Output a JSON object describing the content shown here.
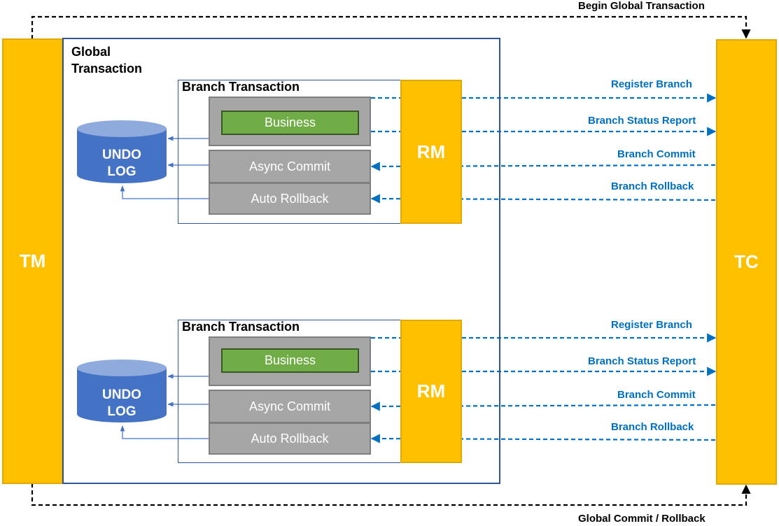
{
  "tm": {
    "label": "TM"
  },
  "tc": {
    "label": "TC"
  },
  "global_transaction": {
    "label_line1": "Global",
    "label_line2": "Transaction"
  },
  "top_label": "Begin Global Transaction",
  "bottom_label": "Global Commit / Rollback",
  "branches": [
    {
      "title": "Branch Transaction",
      "rm": "RM",
      "business": "Business",
      "async_commit": "Async Commit",
      "auto_rollback": "Auto Rollback",
      "undo_log_line1": "UNDO",
      "undo_log_line2": "LOG",
      "messages": [
        "Register Branch",
        "Branch Status Report",
        "Branch Commit",
        "Branch Rollback"
      ]
    },
    {
      "title": "Branch Transaction",
      "rm": "RM",
      "business": "Business",
      "async_commit": "Async Commit",
      "auto_rollback": "Auto Rollback",
      "undo_log_line1": "UNDO",
      "undo_log_line2": "LOG",
      "messages": [
        "Register Branch",
        "Branch Status Report",
        "Branch Commit",
        "Branch Rollback"
      ]
    }
  ],
  "colors": {
    "bar_fill": "#FFC000",
    "frame_border": "#2F5597",
    "database_fill": "#4472C4",
    "message_arrow": "#0070C0",
    "business_fill": "#70AD47",
    "operation_fill": "#A6A6A6"
  }
}
